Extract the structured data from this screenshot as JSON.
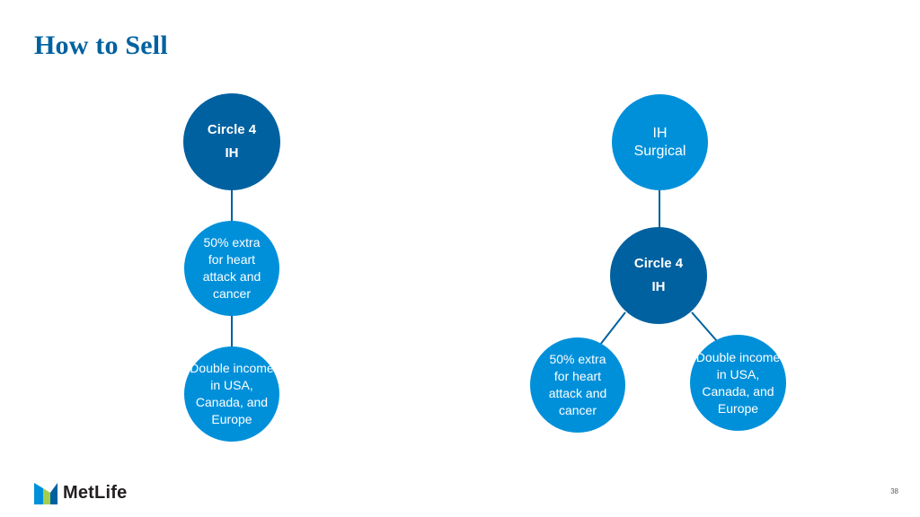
{
  "title": "How to Sell",
  "left_diagram": {
    "top": {
      "line1": "Circle 4",
      "line2": "IH"
    },
    "middle": {
      "line1": "50% extra for heart attack and cancer"
    },
    "bottom": {
      "line1": "Double income in USA, Canada, and Europe"
    }
  },
  "right_diagram": {
    "top": {
      "line1": "IH",
      "line2": "Surgical"
    },
    "center": {
      "line1": "Circle 4",
      "line2": "IH"
    },
    "bottom_left": {
      "line1": "50% extra for heart attack and cancer"
    },
    "bottom_right": {
      "line1": "Double income in USA, Canada, and Europe"
    }
  },
  "footer": {
    "brand": "MetLife",
    "page_number": "38"
  },
  "colors": {
    "dark_blue": "#0061A0",
    "light_blue": "#0090DA",
    "title": "#0061A0",
    "connector": "#0061A0"
  }
}
